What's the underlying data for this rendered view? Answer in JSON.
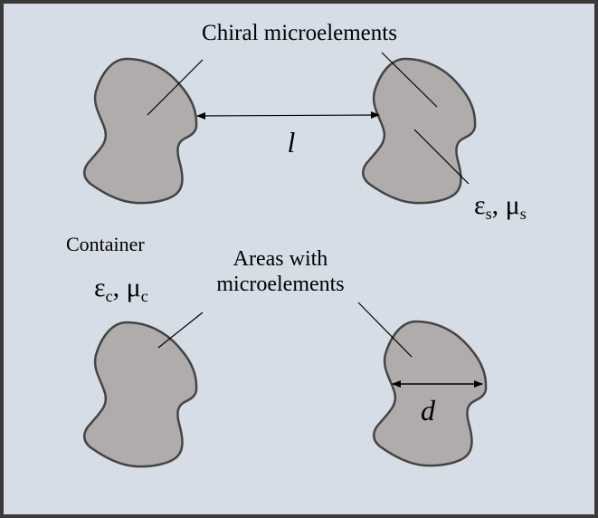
{
  "diagram": {
    "title_label": "Chiral microelements",
    "distance_label": "l",
    "diameter_label": "d",
    "container_label": "Container",
    "areas_label_line1": "Areas with",
    "areas_label_line2": "microelements",
    "element_params": {
      "eps": "ε",
      "eps_sub": "s",
      "sep": ", ",
      "mu": "μ",
      "mu_sub": "s"
    },
    "container_params": {
      "eps": "ε",
      "eps_sub": "c",
      "sep": ", ",
      "mu": "μ",
      "mu_sub": "c"
    },
    "elements": [
      {
        "name": "top-left"
      },
      {
        "name": "top-right"
      },
      {
        "name": "bottom-left"
      },
      {
        "name": "bottom-right"
      }
    ]
  },
  "colors": {
    "background": "#d6dde7",
    "frame": "#3a3a3a",
    "blob_fill": "#b0acab",
    "blob_stroke": "#444444",
    "text": "#000000"
  }
}
